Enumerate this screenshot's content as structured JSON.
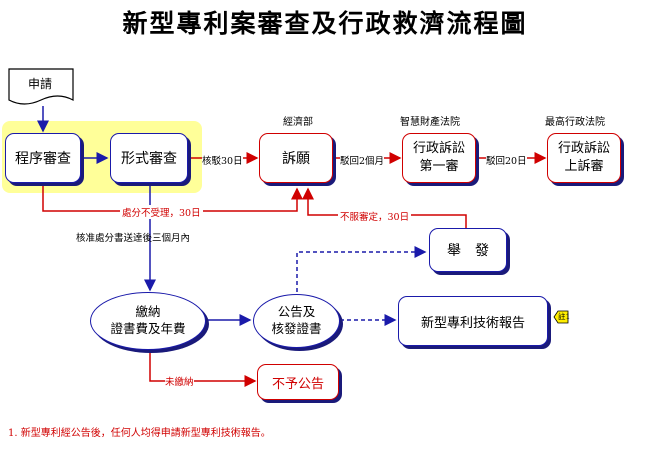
{
  "title": "新型專利案審查及行政救濟流程圖",
  "nodes": {
    "apply": "申請",
    "procedural_review": "程序審查",
    "formal_review": "形式審查",
    "petition": "訴願",
    "admin_litigation_first_line1": "行政訴訟",
    "admin_litigation_first_line2": "第一審",
    "admin_litigation_appeal_line1": "行政訴訟",
    "admin_litigation_appeal_line2": "上訴審",
    "report": "舉　發",
    "pay_fee_line1": "繳納",
    "pay_fee_line2": "證書費及年費",
    "announce_line1": "公告及",
    "announce_line2": "核發證書",
    "tech_report": "新型專利技術報告",
    "no_announce": "不予公告"
  },
  "authorities": {
    "moea": "經濟部",
    "ip_court": "智慧財產法院",
    "supreme_admin_court": "最高行政法院"
  },
  "edge_labels": {
    "rejected_30": "核駁30日",
    "dismissed_2m": "駁回2個月",
    "dismissed_20": "駁回20日",
    "disposal_dissatisfied": "處分不受理，30日",
    "decision_dissatisfied": "不服審定，30日",
    "within_3_months": "核准處分書送達後三個月內",
    "not_paid": "未繳納"
  },
  "badge": "註1",
  "note": "1. 新型專利經公告後，任何人均得申請新型專利技術報告。",
  "colors": {
    "flow_blue": "#1a1aaa",
    "remedy_red": "#d00000",
    "highlight": "#ffff99",
    "badge": "#ffee00"
  }
}
